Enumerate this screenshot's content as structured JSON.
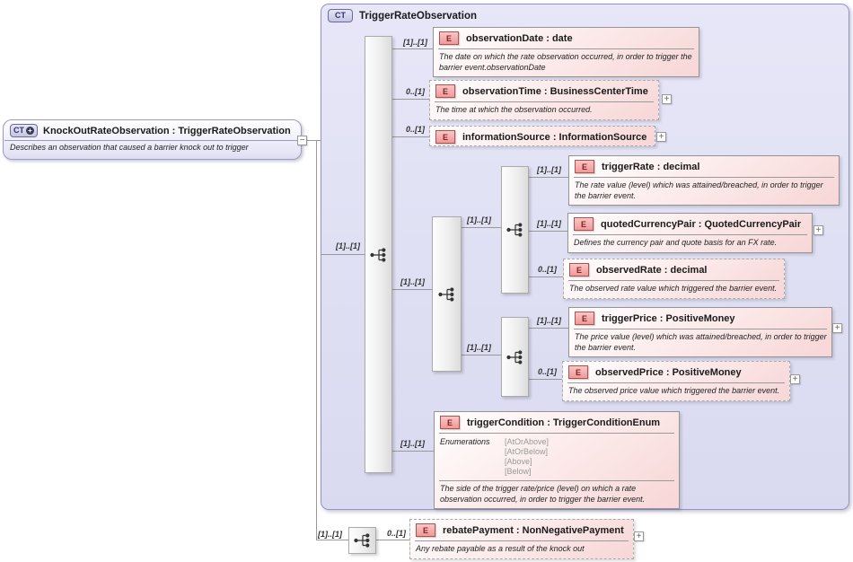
{
  "colors": {
    "container_fill": "#dcdcf3",
    "container_border": "#9494c4",
    "element_fill": "#f9dcdc",
    "element_border_solid": "#949494",
    "element_border_dashed": "#ababab",
    "element_badge_fill": "#f4a9a9",
    "element_badge_border": "#b05050",
    "element_badge_text": "#8b2020",
    "ct_badge_fill": "#d5d5ec",
    "ct_badge_border": "#6a6a9a",
    "connector_line": "#999999",
    "enum_value_text": "#999999"
  },
  "icons": {
    "element_badge": "E",
    "plus": "+",
    "minus": "−"
  },
  "root_box": {
    "badge": "CT",
    "title": "KnockOutRateObservation : TriggerRateObservation",
    "description": "Describes an observation that caused a barrier knock out to trigger"
  },
  "container": {
    "badge": "CT",
    "title": "TriggerRateObservation"
  },
  "groups": {
    "base_sequence": {
      "cardinality": "[1]..[1]"
    },
    "inner_sequence": {
      "cardinality": "[1]..[1]"
    },
    "rate_sequence": {
      "cardinality": "[1]..[1]"
    },
    "price_sequence": {
      "cardinality": "[1]..[1]"
    },
    "extension_sequence": {
      "cardinality": "[1]..[1]"
    }
  },
  "elements": {
    "observationDate": {
      "badge": "E",
      "title": "observationDate : date",
      "cardinality": "[1]..[1]",
      "description": "The date on which the rate observation occurred, in order to trigger the barrier event.observationDate"
    },
    "observationTime": {
      "badge": "E",
      "title": "observationTime : BusinessCenterTime",
      "cardinality": "0..[1]",
      "description": "The time at which the observation occurred."
    },
    "informationSource": {
      "badge": "E",
      "title": "informationSource : InformationSource",
      "cardinality": "0..[1]"
    },
    "triggerRate": {
      "badge": "E",
      "title": "triggerRate : decimal",
      "cardinality": "[1]..[1]",
      "description": "The rate value (level) which was attained/breached, in order to trigger the barrier event."
    },
    "quotedCurrencyPair": {
      "badge": "E",
      "title": "quotedCurrencyPair : QuotedCurrencyPair",
      "cardinality": "[1]..[1]",
      "description": "Defines the currency pair and quote basis for an FX rate."
    },
    "observedRate": {
      "badge": "E",
      "title": "observedRate : decimal",
      "cardinality": "0..[1]",
      "description": "The observed rate value which triggered the barrier event."
    },
    "triggerPrice": {
      "badge": "E",
      "title": "triggerPrice : PositiveMoney",
      "cardinality": "[1]..[1]",
      "description": "The price value (level) which was attained/breached, in order to trigger the barrier event."
    },
    "observedPrice": {
      "badge": "E",
      "title": "observedPrice : PositiveMoney",
      "cardinality": "0..[1]",
      "description": "The observed price value which triggered the barrier event."
    },
    "triggerCondition": {
      "badge": "E",
      "title": "triggerCondition : TriggerConditionEnum",
      "cardinality": "[1]..[1]",
      "enumerations_label": "Enumerations",
      "enumerations": [
        "[AtOrAbove]",
        "[AtOrBelow]",
        "[Above]",
        "[Below]"
      ],
      "description": "The side of the trigger rate/price (level) on which a rate observation occurred, in order to trigger the barrier event."
    },
    "rebatePayment": {
      "badge": "E",
      "title": "rebatePayment : NonNegativePayment",
      "cardinality": "0..[1]",
      "description": "Any rebate payable as a result of the knock out"
    }
  }
}
